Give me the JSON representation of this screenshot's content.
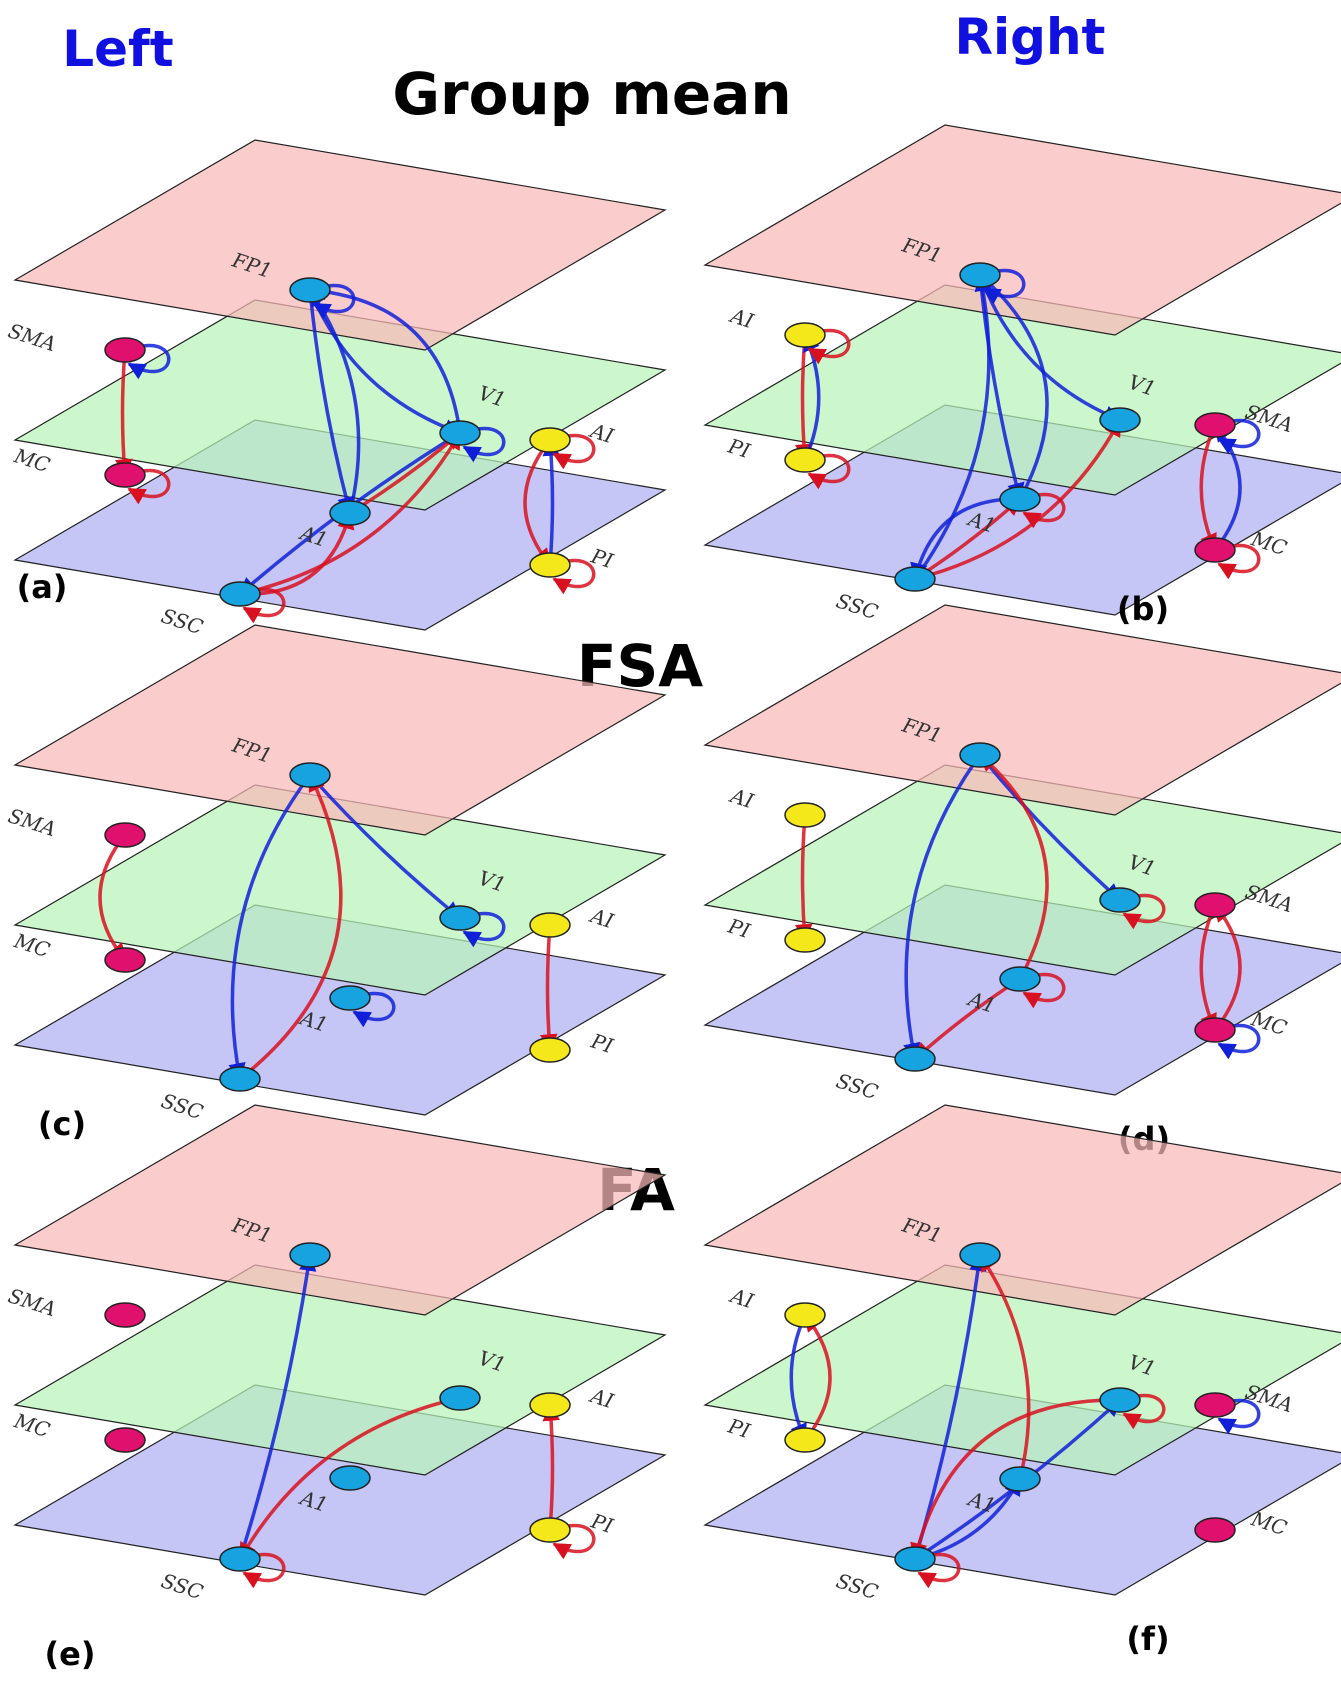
{
  "headers": {
    "left": "Left",
    "right": "Right",
    "row_a": "Group mean",
    "row_b": "FSA",
    "row_c": "FA"
  },
  "colors": {
    "top_plane": "#f9b8b8",
    "mid_plane": "#b9f4b9",
    "bottom_plane": "#aeaef2",
    "blue_node": "#16a3e0",
    "yellow_node": "#f4e81a",
    "pink_node": "#e0106e",
    "blue_arrow": "#1020d8",
    "red_arrow": "#d81020"
  },
  "panels": [
    {
      "label": "(a)",
      "nodes": [
        {
          "label": "FP1",
          "color": "blue"
        },
        {
          "label": "V1",
          "color": "blue"
        },
        {
          "label": "A1",
          "color": "blue"
        },
        {
          "label": "SSC",
          "color": "blue"
        },
        {
          "label": "SMA",
          "color": "pink"
        },
        {
          "label": "MC",
          "color": "pink"
        },
        {
          "label": "AI",
          "color": "yellow"
        },
        {
          "label": "PI",
          "color": "yellow"
        }
      ],
      "edges": [
        {
          "from": "FP1",
          "to": "FP1",
          "color": "blue"
        },
        {
          "from": "FP1",
          "to": "V1",
          "color": "blue"
        },
        {
          "from": "V1",
          "to": "FP1",
          "color": "blue"
        },
        {
          "from": "FP1",
          "to": "A1",
          "color": "blue"
        },
        {
          "from": "A1",
          "to": "FP1",
          "color": "blue"
        },
        {
          "from": "V1",
          "to": "V1",
          "color": "blue"
        },
        {
          "from": "V1",
          "to": "SSC",
          "color": "blue"
        },
        {
          "from": "SSC",
          "to": "V1",
          "color": "red"
        },
        {
          "from": "SSC",
          "to": "A1",
          "color": "red"
        },
        {
          "from": "A1",
          "to": "V1",
          "color": "red"
        },
        {
          "from": "SSC",
          "to": "SSC",
          "color": "red"
        },
        {
          "from": "SMA",
          "to": "SMA",
          "color": "blue"
        },
        {
          "from": "SMA",
          "to": "MC",
          "color": "red"
        },
        {
          "from": "MC",
          "to": "MC",
          "color": "red"
        },
        {
          "from": "AI",
          "to": "PI",
          "color": "red"
        },
        {
          "from": "PI",
          "to": "AI",
          "color": "blue"
        },
        {
          "from": "AI",
          "to": "AI",
          "color": "red"
        },
        {
          "from": "PI",
          "to": "PI",
          "color": "red"
        }
      ]
    },
    {
      "label": "(b)",
      "nodes": [
        {
          "label": "FP1",
          "color": "blue"
        },
        {
          "label": "V1",
          "color": "blue"
        },
        {
          "label": "A1",
          "color": "blue"
        },
        {
          "label": "SSC",
          "color": "blue"
        },
        {
          "label": "AI",
          "color": "yellow"
        },
        {
          "label": "PI",
          "color": "yellow"
        },
        {
          "label": "SMA",
          "color": "pink"
        },
        {
          "label": "MC",
          "color": "pink"
        }
      ],
      "edges": [
        {
          "from": "FP1",
          "to": "FP1",
          "color": "blue"
        },
        {
          "from": "FP1",
          "to": "V1",
          "color": "blue"
        },
        {
          "from": "A1",
          "to": "FP1",
          "color": "blue"
        },
        {
          "from": "FP1",
          "to": "A1",
          "color": "blue"
        },
        {
          "from": "SSC",
          "to": "FP1",
          "color": "blue"
        },
        {
          "from": "A1",
          "to": "SSC",
          "color": "blue"
        },
        {
          "from": "SSC",
          "to": "A1",
          "color": "red"
        },
        {
          "from": "SSC",
          "to": "V1",
          "color": "red"
        },
        {
          "from": "A1",
          "to": "A1",
          "color": "red"
        },
        {
          "from": "AI",
          "to": "PI",
          "color": "red"
        },
        {
          "from": "PI",
          "to": "AI",
          "color": "blue"
        },
        {
          "from": "AI",
          "to": "AI",
          "color": "red"
        },
        {
          "from": "PI",
          "to": "PI",
          "color": "red"
        },
        {
          "from": "SMA",
          "to": "MC",
          "color": "red"
        },
        {
          "from": "MC",
          "to": "SMA",
          "color": "blue"
        },
        {
          "from": "SMA",
          "to": "SMA",
          "color": "blue"
        },
        {
          "from": "MC",
          "to": "MC",
          "color": "red"
        }
      ]
    },
    {
      "label": "(c)",
      "nodes": [
        {
          "label": "FP1",
          "color": "blue"
        },
        {
          "label": "V1",
          "color": "blue"
        },
        {
          "label": "A1",
          "color": "blue"
        },
        {
          "label": "SSC",
          "color": "blue"
        },
        {
          "label": "SMA",
          "color": "pink"
        },
        {
          "label": "MC",
          "color": "pink"
        },
        {
          "label": "AI",
          "color": "yellow"
        },
        {
          "label": "PI",
          "color": "yellow"
        }
      ],
      "edges": [
        {
          "from": "FP1",
          "to": "V1",
          "color": "blue"
        },
        {
          "from": "FP1",
          "to": "SSC",
          "color": "blue"
        },
        {
          "from": "SSC",
          "to": "FP1",
          "color": "red"
        },
        {
          "from": "V1",
          "to": "V1",
          "color": "blue"
        },
        {
          "from": "A1",
          "to": "A1",
          "color": "blue"
        },
        {
          "from": "SMA",
          "to": "MC",
          "color": "red"
        },
        {
          "from": "AI",
          "to": "PI",
          "color": "red"
        }
      ]
    },
    {
      "label": "(d)",
      "nodes": [
        {
          "label": "FP1",
          "color": "blue"
        },
        {
          "label": "V1",
          "color": "blue"
        },
        {
          "label": "A1",
          "color": "blue"
        },
        {
          "label": "SSC",
          "color": "blue"
        },
        {
          "label": "AI",
          "color": "yellow"
        },
        {
          "label": "PI",
          "color": "yellow"
        },
        {
          "label": "SMA",
          "color": "pink"
        },
        {
          "label": "MC",
          "color": "pink"
        }
      ],
      "edges": [
        {
          "from": "FP1",
          "to": "V1",
          "color": "blue"
        },
        {
          "from": "FP1",
          "to": "SSC",
          "color": "blue"
        },
        {
          "from": "A1",
          "to": "FP1",
          "color": "red"
        },
        {
          "from": "A1",
          "to": "SSC",
          "color": "red"
        },
        {
          "from": "V1",
          "to": "V1",
          "color": "red"
        },
        {
          "from": "A1",
          "to": "A1",
          "color": "red"
        },
        {
          "from": "AI",
          "to": "PI",
          "color": "red"
        },
        {
          "from": "SMA",
          "to": "MC",
          "color": "red"
        },
        {
          "from": "MC",
          "to": "SMA",
          "color": "red"
        },
        {
          "from": "MC",
          "to": "MC",
          "color": "blue"
        }
      ]
    },
    {
      "label": "(e)",
      "nodes": [
        {
          "label": "FP1",
          "color": "blue"
        },
        {
          "label": "V1",
          "color": "blue"
        },
        {
          "label": "A1",
          "color": "blue"
        },
        {
          "label": "SSC",
          "color": "blue"
        },
        {
          "label": "SMA",
          "color": "pink"
        },
        {
          "label": "MC",
          "color": "pink"
        },
        {
          "label": "AI",
          "color": "yellow"
        },
        {
          "label": "PI",
          "color": "yellow"
        }
      ],
      "edges": [
        {
          "from": "SSC",
          "to": "FP1",
          "color": "blue"
        },
        {
          "from": "V1",
          "to": "SSC",
          "color": "red"
        },
        {
          "from": "SSC",
          "to": "SSC",
          "color": "red"
        },
        {
          "from": "PI",
          "to": "AI",
          "color": "red"
        },
        {
          "from": "PI",
          "to": "PI",
          "color": "red"
        }
      ]
    },
    {
      "label": "(f)",
      "nodes": [
        {
          "label": "FP1",
          "color": "blue"
        },
        {
          "label": "V1",
          "color": "blue"
        },
        {
          "label": "A1",
          "color": "blue"
        },
        {
          "label": "SSC",
          "color": "blue"
        },
        {
          "label": "AI",
          "color": "yellow"
        },
        {
          "label": "PI",
          "color": "yellow"
        },
        {
          "label": "SMA",
          "color": "pink"
        },
        {
          "label": "MC",
          "color": "pink"
        }
      ],
      "edges": [
        {
          "from": "SSC",
          "to": "FP1",
          "color": "blue"
        },
        {
          "from": "A1",
          "to": "FP1",
          "color": "red"
        },
        {
          "from": "V1",
          "to": "SSC",
          "color": "red"
        },
        {
          "from": "SSC",
          "to": "V1",
          "color": "blue"
        },
        {
          "from": "SSC",
          "to": "A1",
          "color": "blue"
        },
        {
          "from": "V1",
          "to": "V1",
          "color": "red"
        },
        {
          "from": "SSC",
          "to": "SSC",
          "color": "red"
        },
        {
          "from": "AI",
          "to": "PI",
          "color": "blue"
        },
        {
          "from": "PI",
          "to": "AI",
          "color": "red"
        },
        {
          "from": "SMA",
          "to": "SMA",
          "color": "blue"
        }
      ]
    }
  ]
}
